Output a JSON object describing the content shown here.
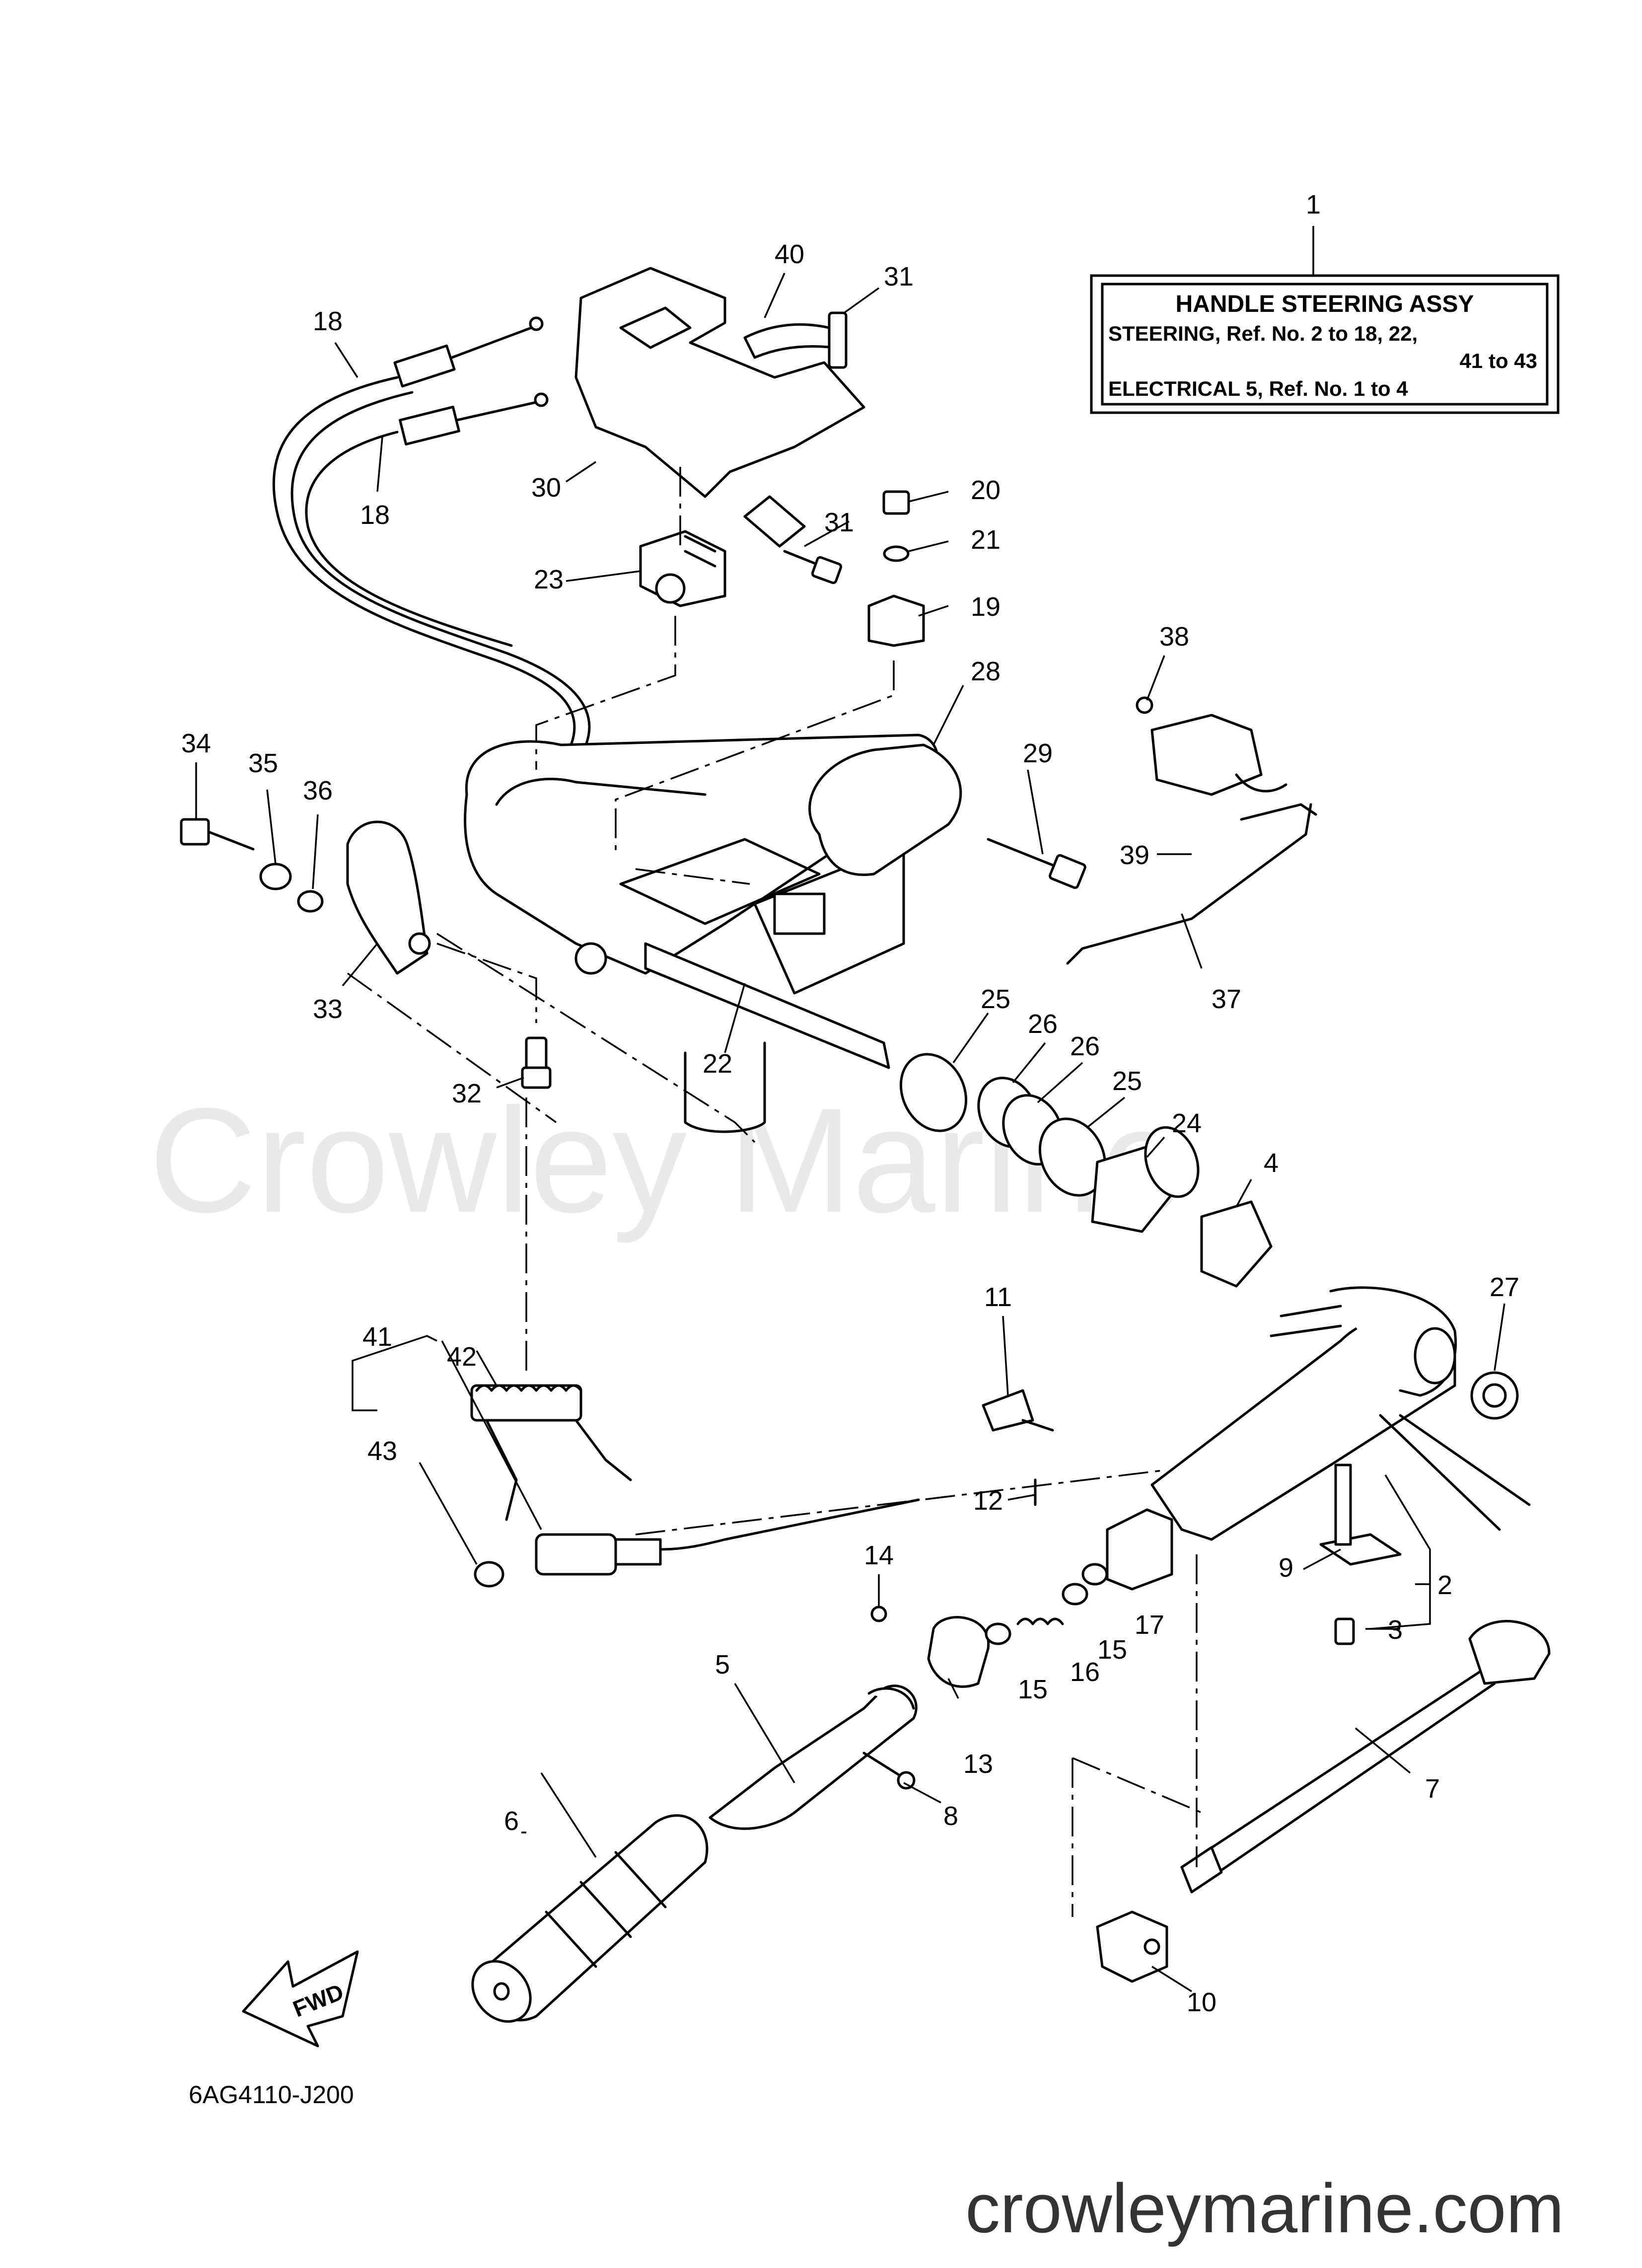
{
  "info_box": {
    "part_number": "1",
    "title": "HANDLE STEERING ASSY",
    "line1": "STEERING,  Ref. No. 2 to 18, 22,",
    "line2": "41 to 43",
    "line3": "ELECTRICAL 5,   Ref. No. 1 to 4"
  },
  "watermark": "Crowley Marine",
  "site": "crowleymarine.com",
  "diagram_code": "6AG4110-J200",
  "fwd_label": "FWD",
  "callouts": {
    "c1": "1",
    "c2": "2",
    "c3": "3",
    "c4": "4",
    "c5": "5",
    "c6": "6",
    "c7": "7",
    "c8": "8",
    "c9": "9",
    "c10": "10",
    "c11": "11",
    "c12": "12",
    "c13": "13",
    "c14": "14",
    "c15a": "15",
    "c15b": "15",
    "c16": "16",
    "c17": "17",
    "c18a": "18",
    "c18b": "18",
    "c19": "19",
    "c20": "20",
    "c21": "21",
    "c22": "22",
    "c23": "23",
    "c24": "24",
    "c25a": "25",
    "c25b": "25",
    "c26a": "26",
    "c26b": "26",
    "c27": "27",
    "c28": "28",
    "c29": "29",
    "c30": "30",
    "c31a": "31",
    "c31b": "31",
    "c32": "32",
    "c33": "33",
    "c34": "34",
    "c35": "35",
    "c36": "36",
    "c37": "37",
    "c38": "38",
    "c39": "39",
    "c40": "40",
    "c41": "41",
    "c42": "42",
    "c43": "43"
  }
}
